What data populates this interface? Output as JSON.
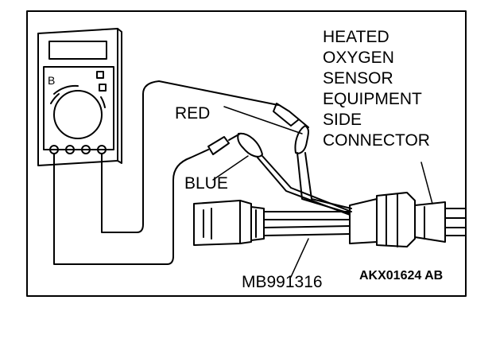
{
  "labels": {
    "sensor_lines": [
      "HEATED",
      "OXYGEN",
      "SENSOR",
      "EQUIPMENT",
      "SIDE",
      "CONNECTOR"
    ],
    "red": "RED",
    "blue": "BLUE",
    "tool": "MB991316",
    "figure_code": "AKX01624 AB"
  },
  "colors": {
    "ink": "#000000",
    "paper": "#ffffff"
  }
}
